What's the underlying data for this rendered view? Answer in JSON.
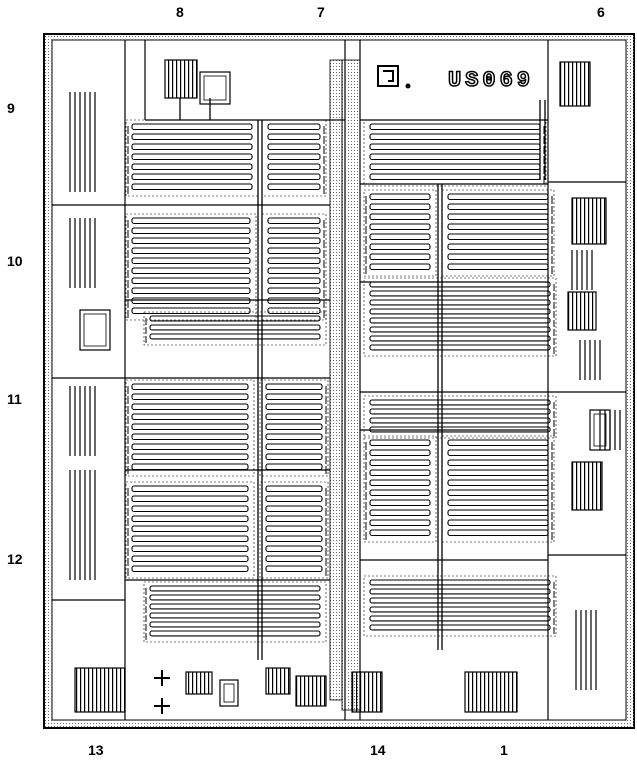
{
  "chip_marking": "US069",
  "pins": {
    "top": [
      "8",
      "7",
      "6"
    ],
    "left": [
      "9",
      "10",
      "11",
      "12"
    ],
    "bottom": [
      "13",
      "14",
      "1"
    ]
  },
  "colors": {
    "ink": "#000000",
    "paper": "#ffffff",
    "dots": "#6a6a6a"
  }
}
